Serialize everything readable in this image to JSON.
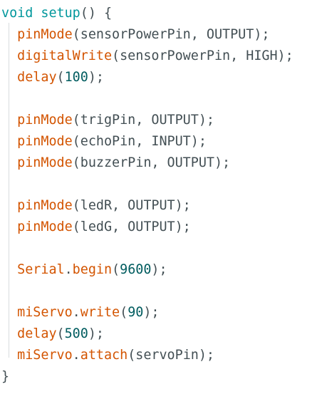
{
  "code_lines": [
    [
      {
        "t": "void",
        "c": "kw"
      },
      {
        "t": " ",
        "c": "plain"
      },
      {
        "t": "setup",
        "c": "kw"
      },
      {
        "t": "() {",
        "c": "plain"
      }
    ],
    [
      {
        "t": "  ",
        "c": "plain"
      },
      {
        "t": "pinMode",
        "c": "fn"
      },
      {
        "t": "(sensorPowerPin, OUTPUT);",
        "c": "plain"
      }
    ],
    [
      {
        "t": "  ",
        "c": "plain"
      },
      {
        "t": "digitalWrite",
        "c": "fn"
      },
      {
        "t": "(sensorPowerPin, HIGH);",
        "c": "plain"
      }
    ],
    [
      {
        "t": "  ",
        "c": "plain"
      },
      {
        "t": "delay",
        "c": "fn"
      },
      {
        "t": "(",
        "c": "plain"
      },
      {
        "t": "100",
        "c": "num"
      },
      {
        "t": ");",
        "c": "plain"
      }
    ],
    [],
    [
      {
        "t": "  ",
        "c": "plain"
      },
      {
        "t": "pinMode",
        "c": "fn"
      },
      {
        "t": "(trigPin, OUTPUT);",
        "c": "plain"
      }
    ],
    [
      {
        "t": "  ",
        "c": "plain"
      },
      {
        "t": "pinMode",
        "c": "fn"
      },
      {
        "t": "(echoPin, INPUT);",
        "c": "plain"
      }
    ],
    [
      {
        "t": "  ",
        "c": "plain"
      },
      {
        "t": "pinMode",
        "c": "fn"
      },
      {
        "t": "(buzzerPin, OUTPUT);",
        "c": "plain"
      }
    ],
    [],
    [
      {
        "t": "  ",
        "c": "plain"
      },
      {
        "t": "pinMode",
        "c": "fn"
      },
      {
        "t": "(ledR, OUTPUT);",
        "c": "plain"
      }
    ],
    [
      {
        "t": "  ",
        "c": "plain"
      },
      {
        "t": "pinMode",
        "c": "fn"
      },
      {
        "t": "(ledG, OUTPUT);",
        "c": "plain"
      }
    ],
    [],
    [
      {
        "t": "  ",
        "c": "plain"
      },
      {
        "t": "Serial",
        "c": "fn"
      },
      {
        "t": ".",
        "c": "plain"
      },
      {
        "t": "begin",
        "c": "fn"
      },
      {
        "t": "(",
        "c": "plain"
      },
      {
        "t": "9600",
        "c": "num"
      },
      {
        "t": ");",
        "c": "plain"
      }
    ],
    [],
    [
      {
        "t": "  ",
        "c": "plain"
      },
      {
        "t": "miServo",
        "c": "fn"
      },
      {
        "t": ".",
        "c": "plain"
      },
      {
        "t": "write",
        "c": "fn"
      },
      {
        "t": "(",
        "c": "plain"
      },
      {
        "t": "90",
        "c": "num"
      },
      {
        "t": ");",
        "c": "plain"
      }
    ],
    [
      {
        "t": "  ",
        "c": "plain"
      },
      {
        "t": "delay",
        "c": "fn"
      },
      {
        "t": "(",
        "c": "plain"
      },
      {
        "t": "500",
        "c": "num"
      },
      {
        "t": ");",
        "c": "plain"
      }
    ],
    [
      {
        "t": "  ",
        "c": "plain"
      },
      {
        "t": "miServo",
        "c": "fn"
      },
      {
        "t": ".",
        "c": "plain"
      },
      {
        "t": "attach",
        "c": "fn"
      },
      {
        "t": "(servoPin);",
        "c": "plain"
      }
    ],
    [
      {
        "t": "}",
        "c": "plain"
      }
    ]
  ],
  "colors": {
    "keyword": "#00979c",
    "function": "#d35400",
    "number": "#005c5f",
    "text": "#434f54",
    "background": "#ffffff"
  }
}
